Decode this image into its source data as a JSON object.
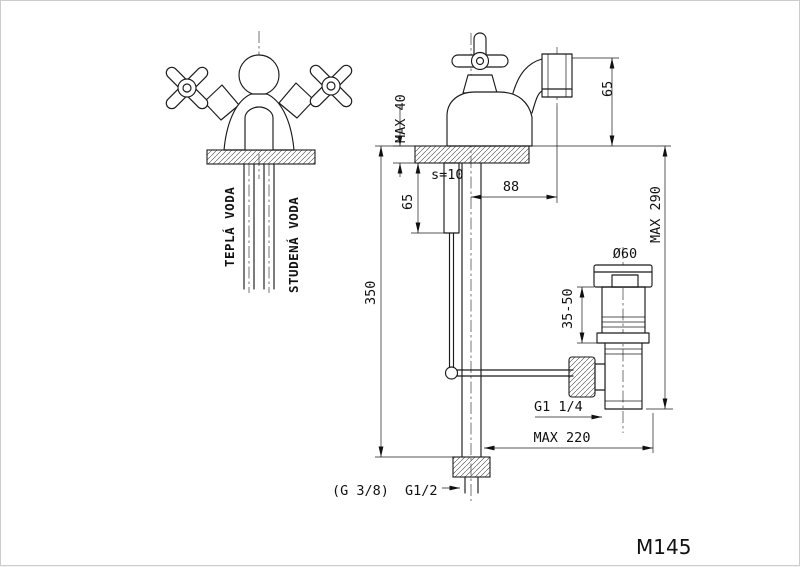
{
  "page": {
    "background": "#ffffff",
    "line_color": "#1b1b1b"
  },
  "drawing": {
    "model_label": "M145",
    "front_view": {
      "labels": {
        "hot_water": "TEPLÁ VODA",
        "cold_water": "STUDENÁ VODA"
      }
    },
    "side_view": {
      "dimensions": {
        "spout_outlet_height": "65",
        "deck_thickness_max": "MAX 40",
        "deck_thickness_nominal": "s=10",
        "spout_reach": "88",
        "rod_guide_length": "65",
        "mounting_height": "350",
        "drain_height_max": "MAX 290",
        "drain_flange_diameter": "Ø60",
        "drain_adjust_range": "35-50",
        "drain_thread": "G1 1/4",
        "drain_reach_max": "MAX 220",
        "supply_connection": "(G 3/8)",
        "inlet_thread": "G1/2"
      }
    }
  }
}
